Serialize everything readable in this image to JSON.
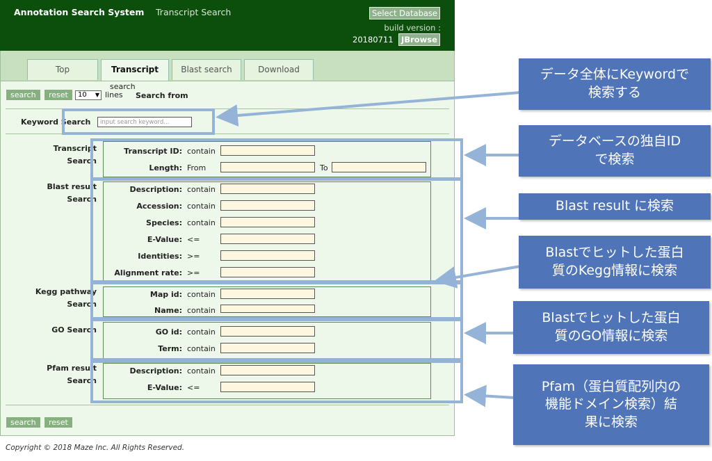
{
  "header": {
    "title": "Annotation Search System",
    "subtitle": "Transcript Search",
    "select_db_label": "Select Database",
    "build_version_label": "build version :",
    "build_date": "20180711",
    "jbrowse_label": "JBrowse"
  },
  "tabs": [
    {
      "label": "Top",
      "active": false
    },
    {
      "label": "Transcript",
      "active": true
    },
    {
      "label": "Blast search",
      "active": false
    },
    {
      "label": "Download",
      "active": false
    }
  ],
  "toolbar": {
    "search_label": "search",
    "reset_label": "reset",
    "lines_value": "10",
    "lines_label": "lines",
    "search_from_small": "search",
    "search_from_label": "Search from"
  },
  "keyword": {
    "label": "Keyword Search",
    "placeholder": "input search keyword..."
  },
  "sections": {
    "transcript": {
      "label_line1": "Transcript",
      "label_line2": "Search"
    },
    "blast": {
      "label_line1": "Blast result",
      "label_line2": "Search"
    },
    "kegg": {
      "label_line1": "Kegg pathway",
      "label_line2": "Search"
    },
    "go": {
      "label_line1": "GO Search"
    },
    "pfam": {
      "label_line1": "Pfam result",
      "label_line2": "Search"
    }
  },
  "fields": {
    "transcript_id": {
      "label": "Transcript ID:",
      "op": "contain"
    },
    "length": {
      "label": "Length:",
      "op": "From",
      "to": "To"
    },
    "description": {
      "label": "Description:",
      "op": "contain"
    },
    "accession": {
      "label": "Accession:",
      "op": "contain"
    },
    "species": {
      "label": "Species:",
      "op": "contain"
    },
    "evalue": {
      "label": "E-Value:",
      "op": "<="
    },
    "identities": {
      "label": "Identities:",
      "op": ">="
    },
    "alignment": {
      "label": "Alignment rate:",
      "op": ">="
    },
    "map_id": {
      "label": "Map id:",
      "op": "contain"
    },
    "name": {
      "label": "Name:",
      "op": "contain"
    },
    "go_id": {
      "label": "GO id:",
      "op": "contain"
    },
    "term": {
      "label": "Term:",
      "op": "contain"
    },
    "pfam_desc": {
      "label": "Description:",
      "op": "contain"
    },
    "pfam_evalue": {
      "label": "E-Value:",
      "op": "<="
    }
  },
  "bottom": {
    "search_label": "search",
    "reset_label": "reset"
  },
  "footer": {
    "copyright": "Copyright © 2018 Maze Inc. All Rights Reserved."
  },
  "callouts": {
    "c1": "データ全体にKeywordで\n検索する",
    "c2": "データベースの独自ID\nで検索",
    "c3": "Blast result に検索",
    "c4": "Blastでヒットした蛋白\n質のKegg情報に検索",
    "c5": "Blastでヒットした蛋白\n質のGO情報に検索",
    "c6": "Pfam（蛋白質配列内の\n機能ドメイン検索）結\n果に検索"
  },
  "colors": {
    "header_green": "#0c4f0d",
    "panel_bg": "#eef8ea",
    "callout_blue": "#4f75b8",
    "overlay_blue": "#95b3d7"
  }
}
